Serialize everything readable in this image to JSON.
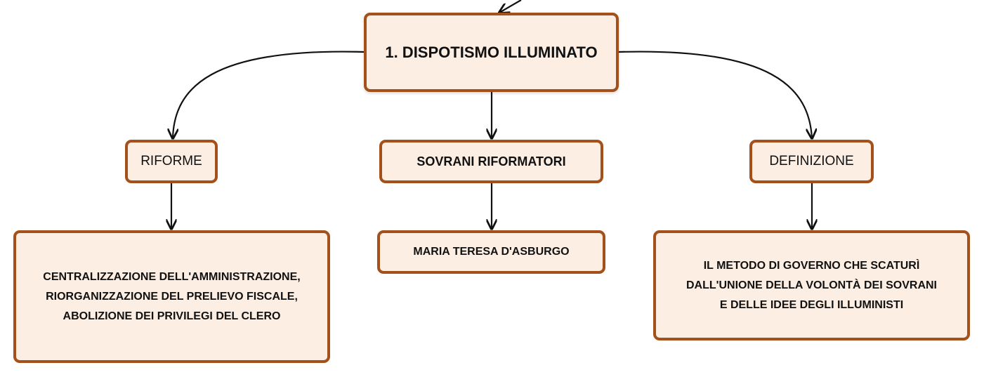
{
  "diagram": {
    "root": {
      "label": "1. DISPOTISMO ILLUMINATO"
    },
    "branches": {
      "riforme": {
        "label": "RIFORME",
        "detail_lines": [
          "CENTRALIZZAZIONE DELL'AMMINISTRAZIONE,",
          "RIORGANIZZAZIONE DEL PRELIEVO FISCALE,",
          "ABOLIZIONE DEI PRIVILEGI DEL CLERO"
        ]
      },
      "sovrani": {
        "label": "SOVRANI RIFORMATORI",
        "detail": "MARIA TERESA D'ASBURGO"
      },
      "definizione": {
        "label": "DEFINIZIONE",
        "detail_lines": [
          "IL METODO DI GOVERNO CHE SCATURÌ",
          "DALL'UNIONE DELLA VOLONTÀ DEI SOVRANI",
          "E DELLE IDEE DEGLI ILLUMINISTI"
        ]
      }
    }
  },
  "colors": {
    "node_fill": "#fdeee4",
    "node_border": "#a3501b",
    "connector": "#111111",
    "text": "#111111"
  }
}
